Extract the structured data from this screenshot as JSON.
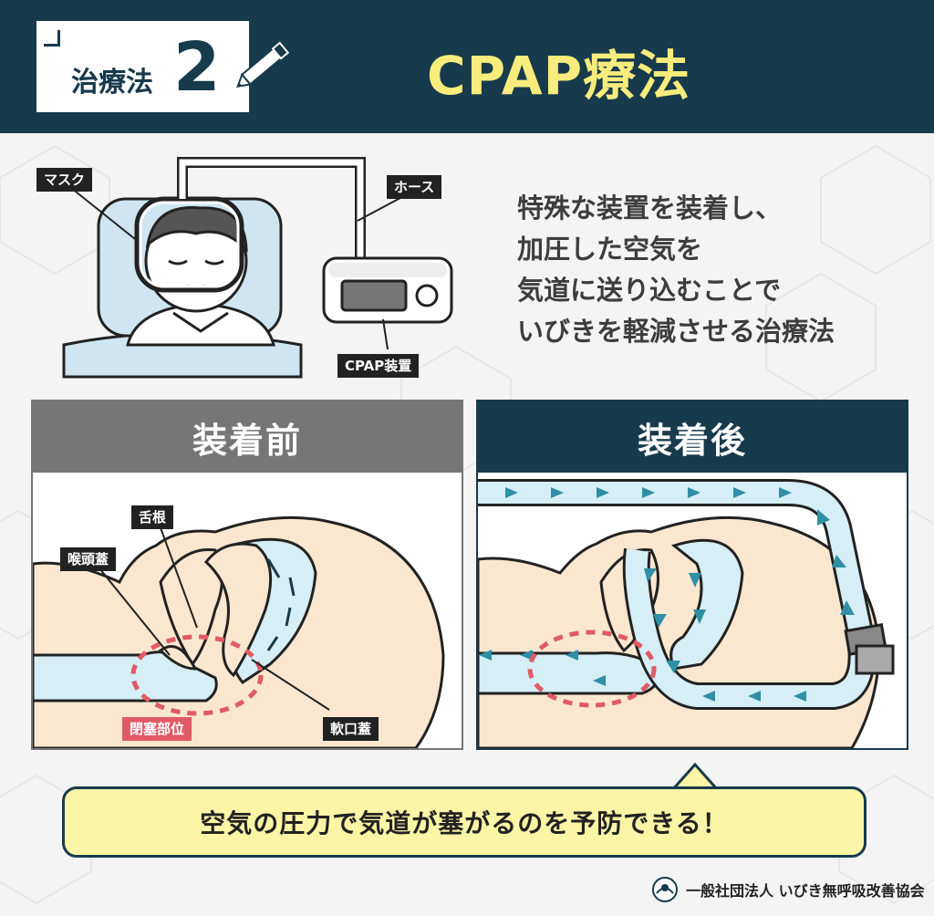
{
  "header": {
    "badge_label": "治療法",
    "badge_number": "2",
    "title": "CPAP療法"
  },
  "intro": {
    "tags": {
      "mask": "マスク",
      "hose": "ホース",
      "device": "CPAP装置"
    },
    "lines": [
      "特殊な装置を装着し、",
      "加圧した空気を",
      "気道に送り込むことで",
      "いびきを軽減させる治療法"
    ]
  },
  "before": {
    "title": "装着前",
    "labels": {
      "tongue_root": "舌根",
      "epiglottis": "喉頭蓋",
      "soft_palate": "軟口蓋",
      "blocked": "閉塞部位"
    }
  },
  "after": {
    "title": "装着後"
  },
  "callout": "空気の圧力で気道が塞がるのを予防できる！",
  "footer": "一般社団法人 いびき無呼吸改善協会",
  "colors": {
    "navy": "#173a4c",
    "yellow": "#f7ec7c",
    "gray": "#767676",
    "red": "#e05a66",
    "skin": "#fbe7cf",
    "airway": "#d6eef6",
    "arrow": "#2f8fa6"
  }
}
